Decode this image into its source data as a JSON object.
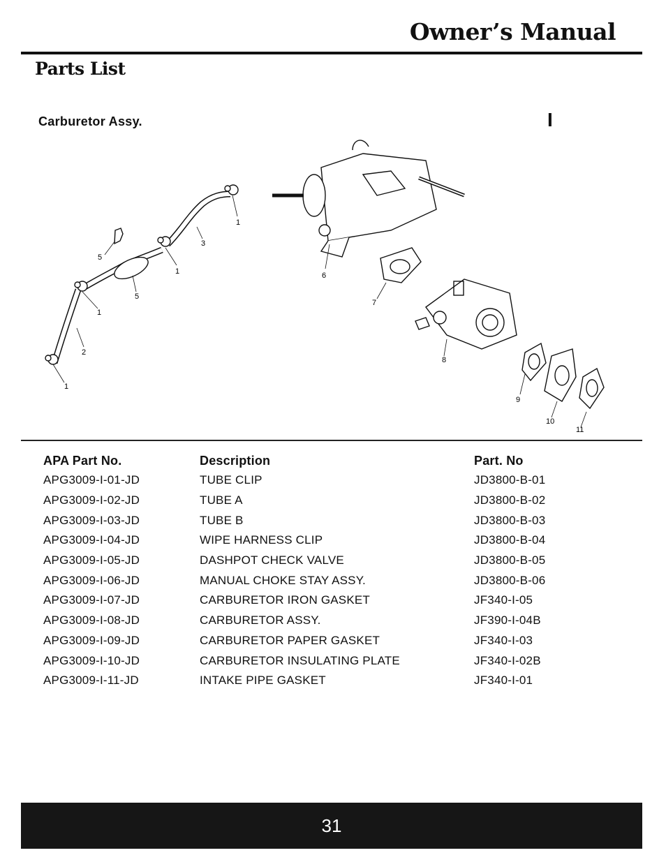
{
  "header": {
    "title": "Owner’s Manual"
  },
  "section": {
    "title": "Parts List"
  },
  "assembly": {
    "title": "Carburetor Assy.",
    "code": "I"
  },
  "diagram": {
    "callouts": [
      "1",
      "1",
      "1",
      "1",
      "2",
      "3",
      "5",
      "5",
      "6",
      "7",
      "8",
      "9",
      "10",
      "11"
    ]
  },
  "table": {
    "headers": {
      "part_no": "APA Part No.",
      "description": "Description",
      "oem_part": "Part. No"
    },
    "rows": [
      {
        "part_no": "APG3009-I-01-JD",
        "description": "TUBE CLIP",
        "oem_part": "JD3800-B-01"
      },
      {
        "part_no": "APG3009-I-02-JD",
        "description": "TUBE A",
        "oem_part": "JD3800-B-02"
      },
      {
        "part_no": "APG3009-I-03-JD",
        "description": "TUBE B",
        "oem_part": "JD3800-B-03"
      },
      {
        "part_no": "APG3009-I-04-JD",
        "description": "WIPE HARNESS CLIP",
        "oem_part": "JD3800-B-04"
      },
      {
        "part_no": "APG3009-I-05-JD",
        "description": "DASHPOT CHECK VALVE",
        "oem_part": "JD3800-B-05"
      },
      {
        "part_no": "APG3009-I-06-JD",
        "description": "MANUAL CHOKE STAY ASSY.",
        "oem_part": "JD3800-B-06"
      },
      {
        "part_no": "APG3009-I-07-JD",
        "description": "CARBURETOR IRON GASKET",
        "oem_part": "JF340-I-05"
      },
      {
        "part_no": "APG3009-I-08-JD",
        "description": "CARBURETOR ASSY.",
        "oem_part": "JF390-I-04B"
      },
      {
        "part_no": "APG3009-I-09-JD",
        "description": "CARBURETOR PAPER GASKET",
        "oem_part": "JF340-I-03"
      },
      {
        "part_no": "APG3009-I-10-JD",
        "description": "CARBURETOR INSULATING PLATE",
        "oem_part": "JF340-I-02B"
      },
      {
        "part_no": "APG3009-I-11-JD",
        "description": "INTAKE PIPE GASKET",
        "oem_part": "JF340-I-01"
      }
    ]
  },
  "footer": {
    "page_number": "31"
  }
}
